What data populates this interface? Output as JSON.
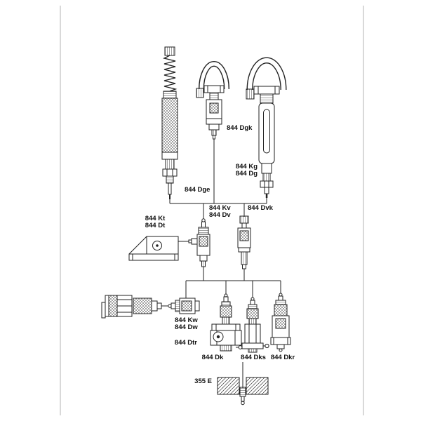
{
  "colors": {
    "background": "#ffffff",
    "line": "#222222",
    "frame": "#b3b3b3"
  },
  "labels": {
    "dge": "844 Dge",
    "dgk": "844 Dgk",
    "kg": "844 Kg",
    "dg": "844 Dg",
    "kv": "844 Kv",
    "dv": "844 Dv",
    "dvk": "844 Dvk",
    "kt": "844 Kt",
    "dt": "844 Dt",
    "kw": "844 Kw",
    "dw": "844 Dw",
    "dtr": "844 Dtr",
    "dk": "844 Dk",
    "dks": "844 Dks",
    "dkr": "844 Dkr",
    "base": "355 E"
  }
}
